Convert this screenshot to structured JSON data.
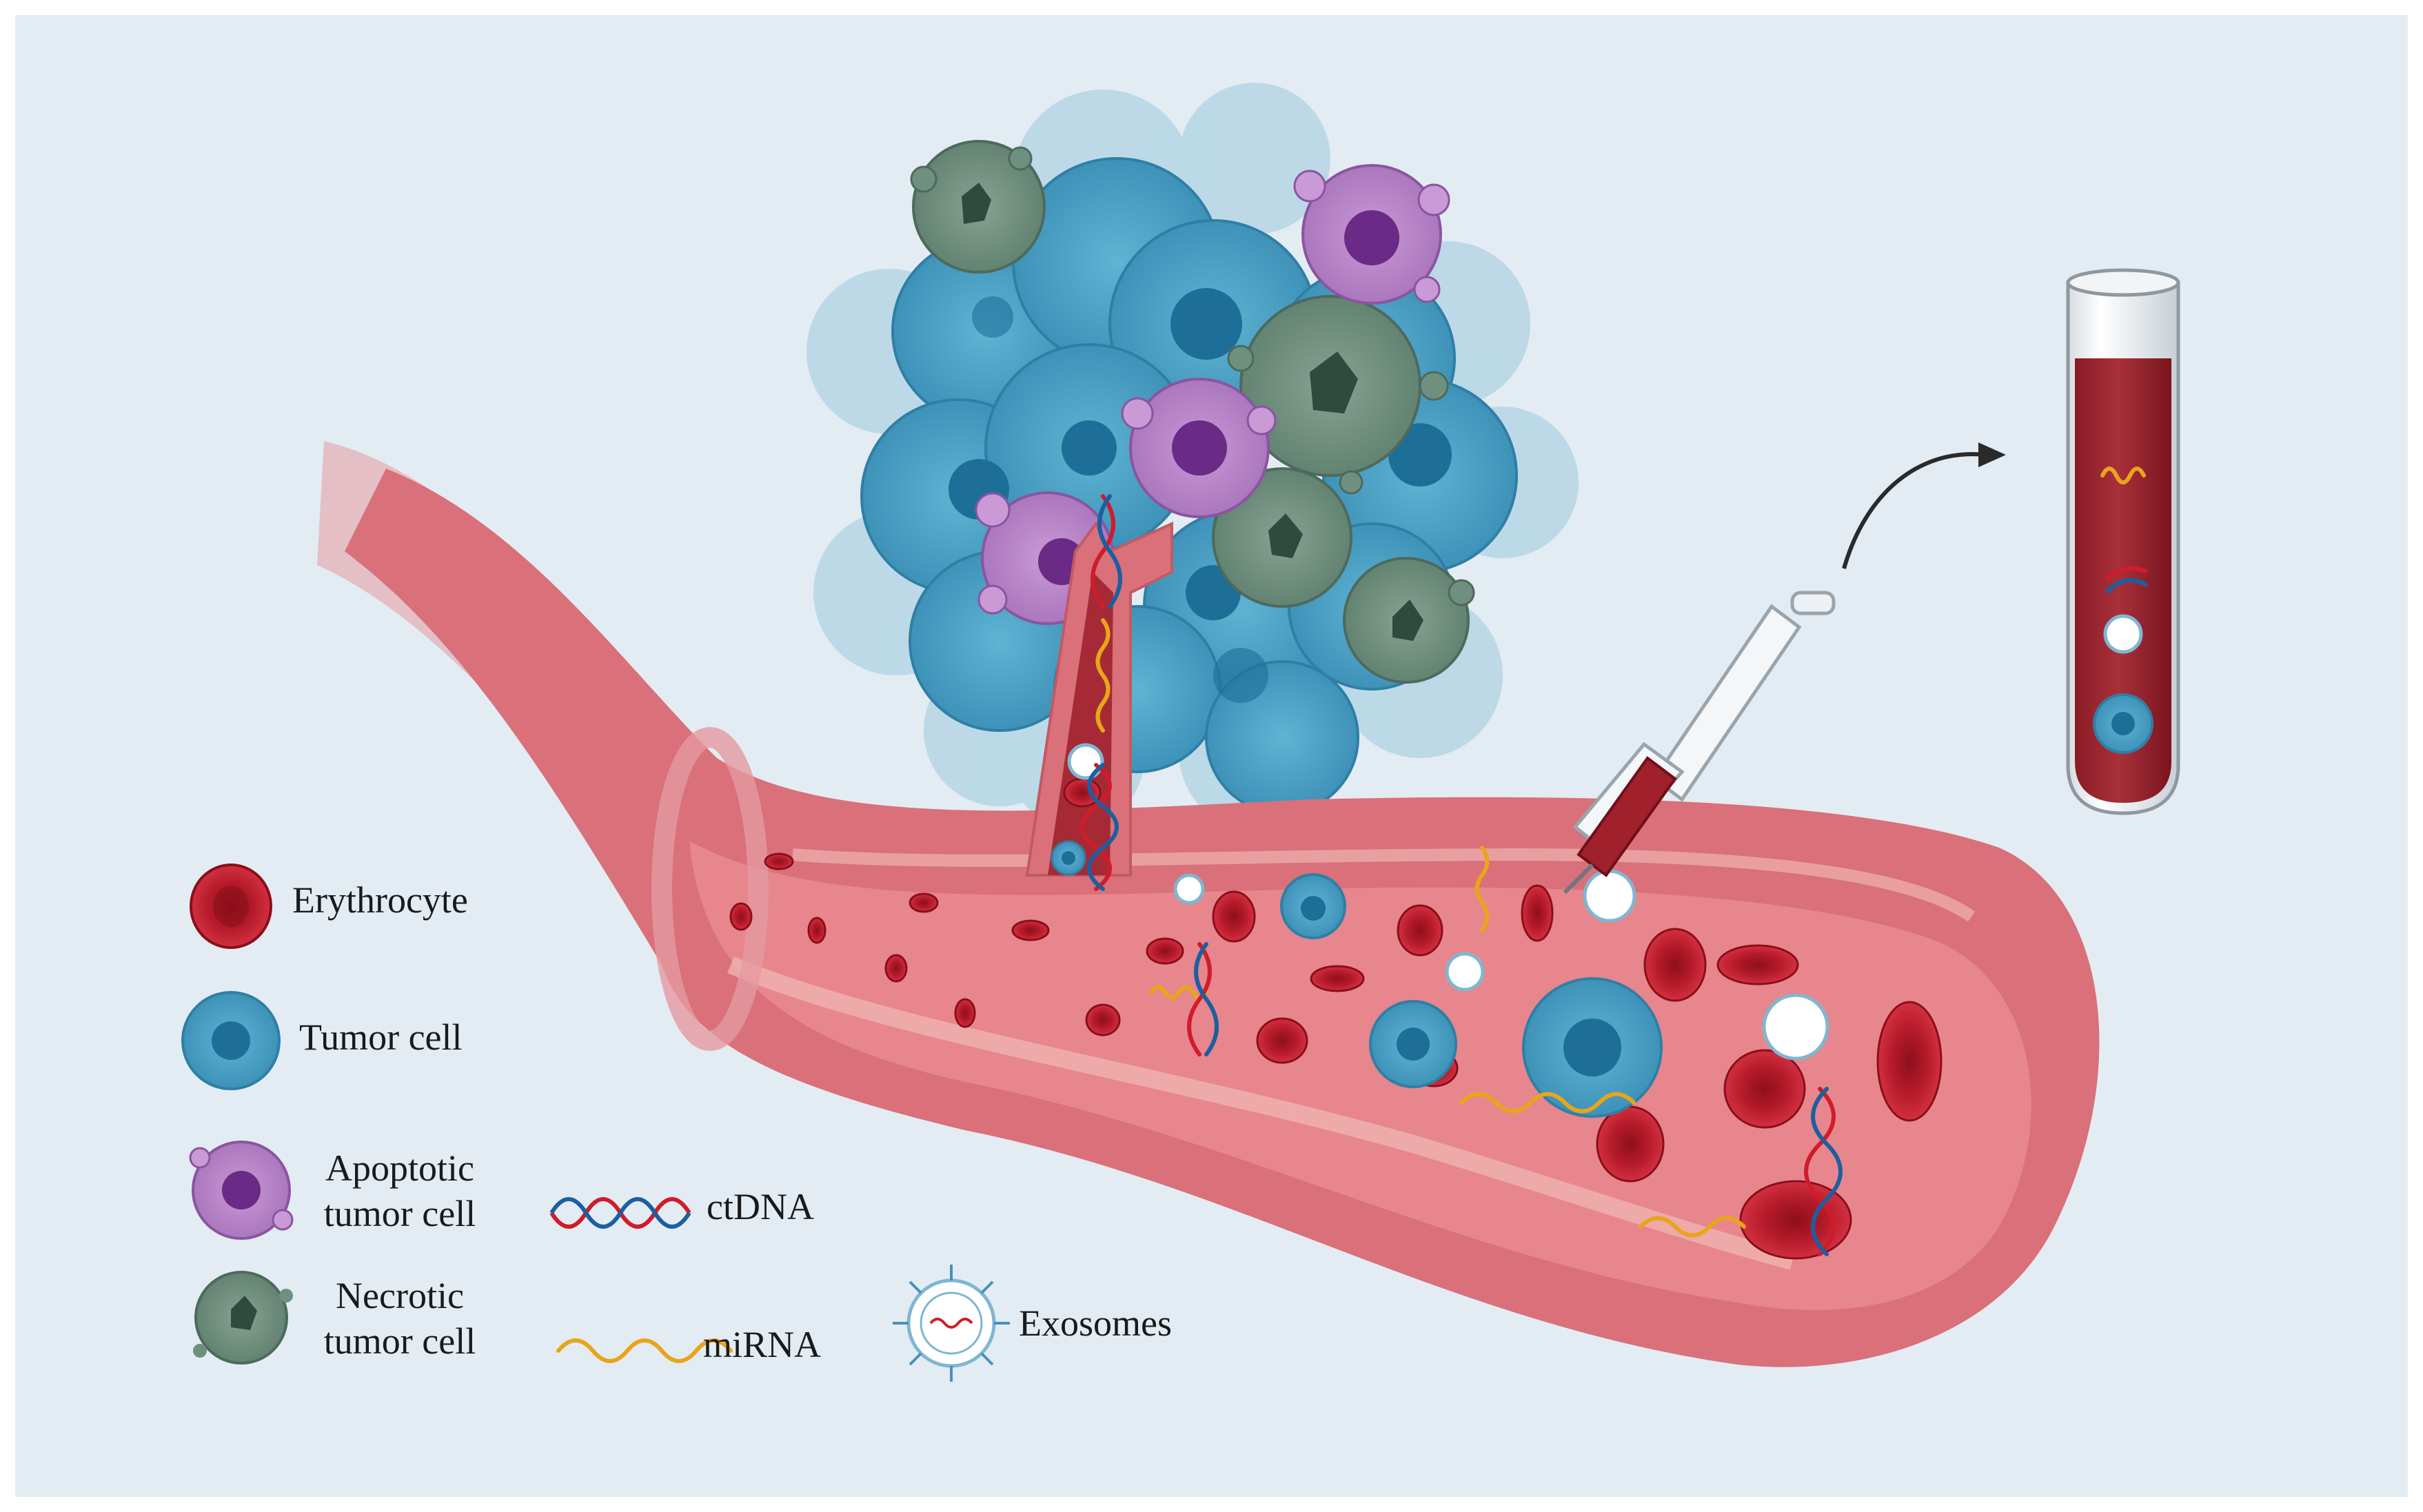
{
  "legend": {
    "erythrocyte": "Erythrocyte",
    "tumor_cell": "Tumor cell",
    "apoptotic_line1": "Apoptotic",
    "apoptotic_line2": "tumor cell",
    "necrotic_line1": "Necrotic",
    "necrotic_line2": "tumor cell",
    "ctdna": "ctDNA",
    "mirna": "miRNA",
    "exosomes": "Exosomes"
  },
  "colors": {
    "background": "#e3ecf3",
    "vessel_wall": "#d9707a",
    "vessel_lumen": "#e7868d",
    "blood": "#9b1f2a",
    "erythrocyte": "#c01e2e",
    "tumor_cell": "#4aa0c4",
    "tumor_nucleus": "#1d6f98",
    "apoptotic": "#b985c9",
    "necrotic": "#6f8f7f",
    "mirna": "#e8a51a",
    "dna_red": "#d01c2a",
    "dna_blue": "#1c5fa0"
  }
}
